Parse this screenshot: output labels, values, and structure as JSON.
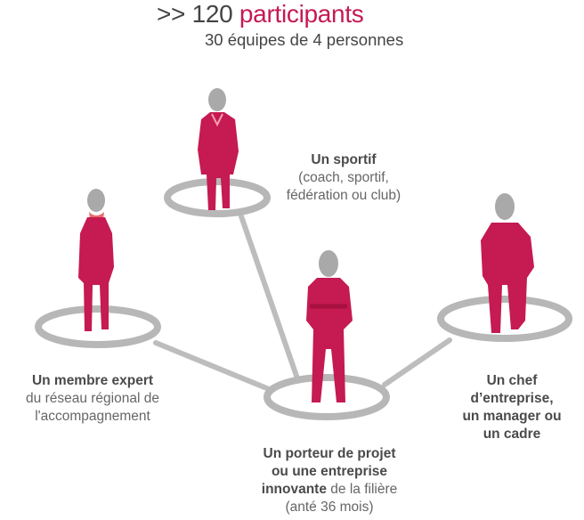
{
  "header": {
    "prefix": ">>",
    "count": "120",
    "word": "participants",
    "subtitle": "30 équipes de 4 personnes"
  },
  "colors": {
    "figure": "#c51a52",
    "head": "#a9a9a9",
    "ring": "#b7b7b7",
    "line": "#bdbdbd",
    "accent": "#c51a52",
    "text": "#555555"
  },
  "roles": {
    "sportif": {
      "title": "Un sportif",
      "line1": "(coach, sportif,",
      "line2": "fédération ou club)"
    },
    "expert": {
      "title": "Un membre expert",
      "line1": "du réseau régional de",
      "line2": "l'accompagnement"
    },
    "porteur": {
      "title1": "Un porteur de projet",
      "title2": "ou une entreprise",
      "title3": "innovante",
      "line3rest": " de la filière",
      "line4": "(anté 36 mois)"
    },
    "chef": {
      "line1": "Un chef",
      "line2": "d’entreprise,",
      "line3": "un manager ou",
      "line4": "un cadre"
    }
  }
}
